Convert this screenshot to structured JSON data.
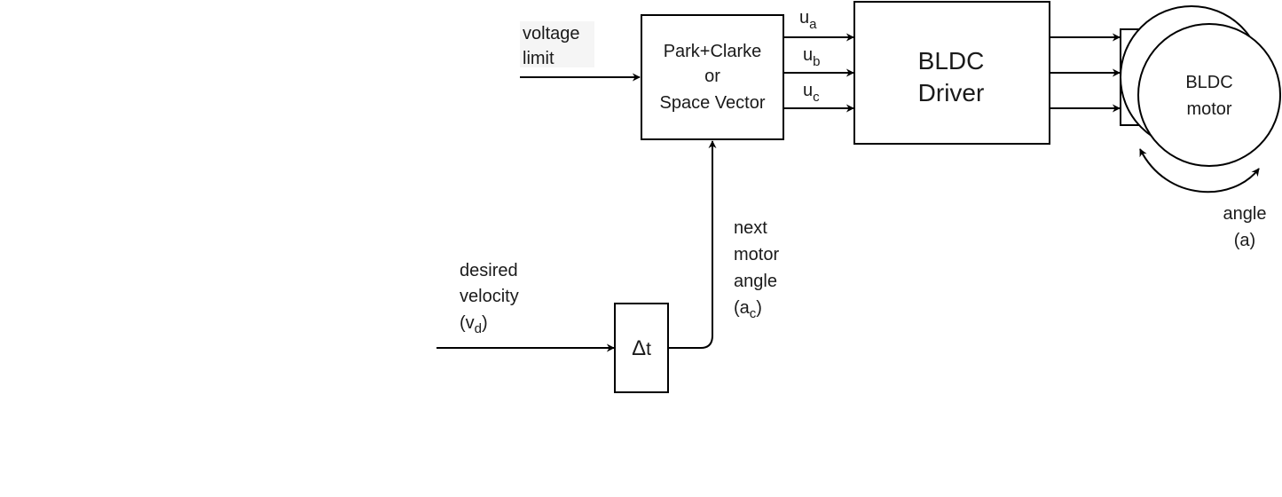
{
  "inputs": {
    "voltage_limit": [
      "voltage",
      "limit"
    ],
    "desired_velocity": [
      "desired",
      "velocity",
      "(v",
      "d",
      ")"
    ]
  },
  "blocks": {
    "transform": [
      "Park+Clarke",
      "or",
      "Space Vector"
    ],
    "delta_t": [
      "Δ",
      "t"
    ],
    "driver": [
      "BLDC",
      "Driver"
    ],
    "motor": [
      "BLDC",
      "motor"
    ]
  },
  "signals": {
    "ua": [
      "u",
      "a"
    ],
    "ub": [
      "u",
      "b"
    ],
    "uc": [
      "u",
      "c"
    ],
    "next_angle": [
      "next",
      "motor",
      "angle",
      "(a",
      "c",
      ")"
    ],
    "angle": [
      "angle",
      "(a)"
    ]
  }
}
